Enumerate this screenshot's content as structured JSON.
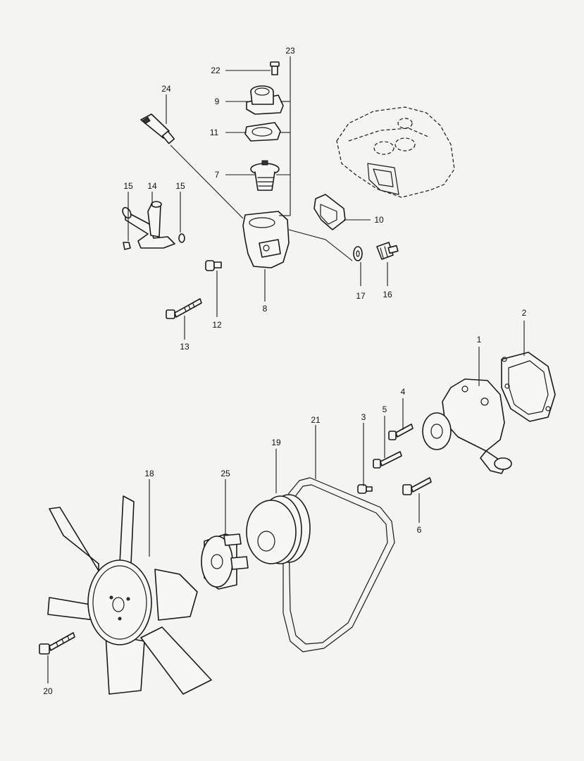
{
  "callouts": [
    {
      "id": "c1",
      "text": "1"
    },
    {
      "id": "c2",
      "text": "2"
    },
    {
      "id": "c3",
      "text": "3"
    },
    {
      "id": "c4",
      "text": "4"
    },
    {
      "id": "c5",
      "text": "5"
    },
    {
      "id": "c6",
      "text": "6"
    },
    {
      "id": "c7",
      "text": "7"
    },
    {
      "id": "c8",
      "text": "8"
    },
    {
      "id": "c9",
      "text": "9"
    },
    {
      "id": "c10",
      "text": "10"
    },
    {
      "id": "c11",
      "text": "11"
    },
    {
      "id": "c12",
      "text": "12"
    },
    {
      "id": "c13",
      "text": "13"
    },
    {
      "id": "c14",
      "text": "14"
    },
    {
      "id": "c15a",
      "text": "15"
    },
    {
      "id": "c15b",
      "text": "15"
    },
    {
      "id": "c16",
      "text": "16"
    },
    {
      "id": "c17",
      "text": "17"
    },
    {
      "id": "c18",
      "text": "18"
    },
    {
      "id": "c19",
      "text": "19"
    },
    {
      "id": "c20",
      "text": "20"
    },
    {
      "id": "c21",
      "text": "21"
    },
    {
      "id": "c22",
      "text": "22"
    },
    {
      "id": "c23",
      "text": "23"
    },
    {
      "id": "c24",
      "text": "24"
    },
    {
      "id": "c25",
      "text": "25"
    }
  ]
}
